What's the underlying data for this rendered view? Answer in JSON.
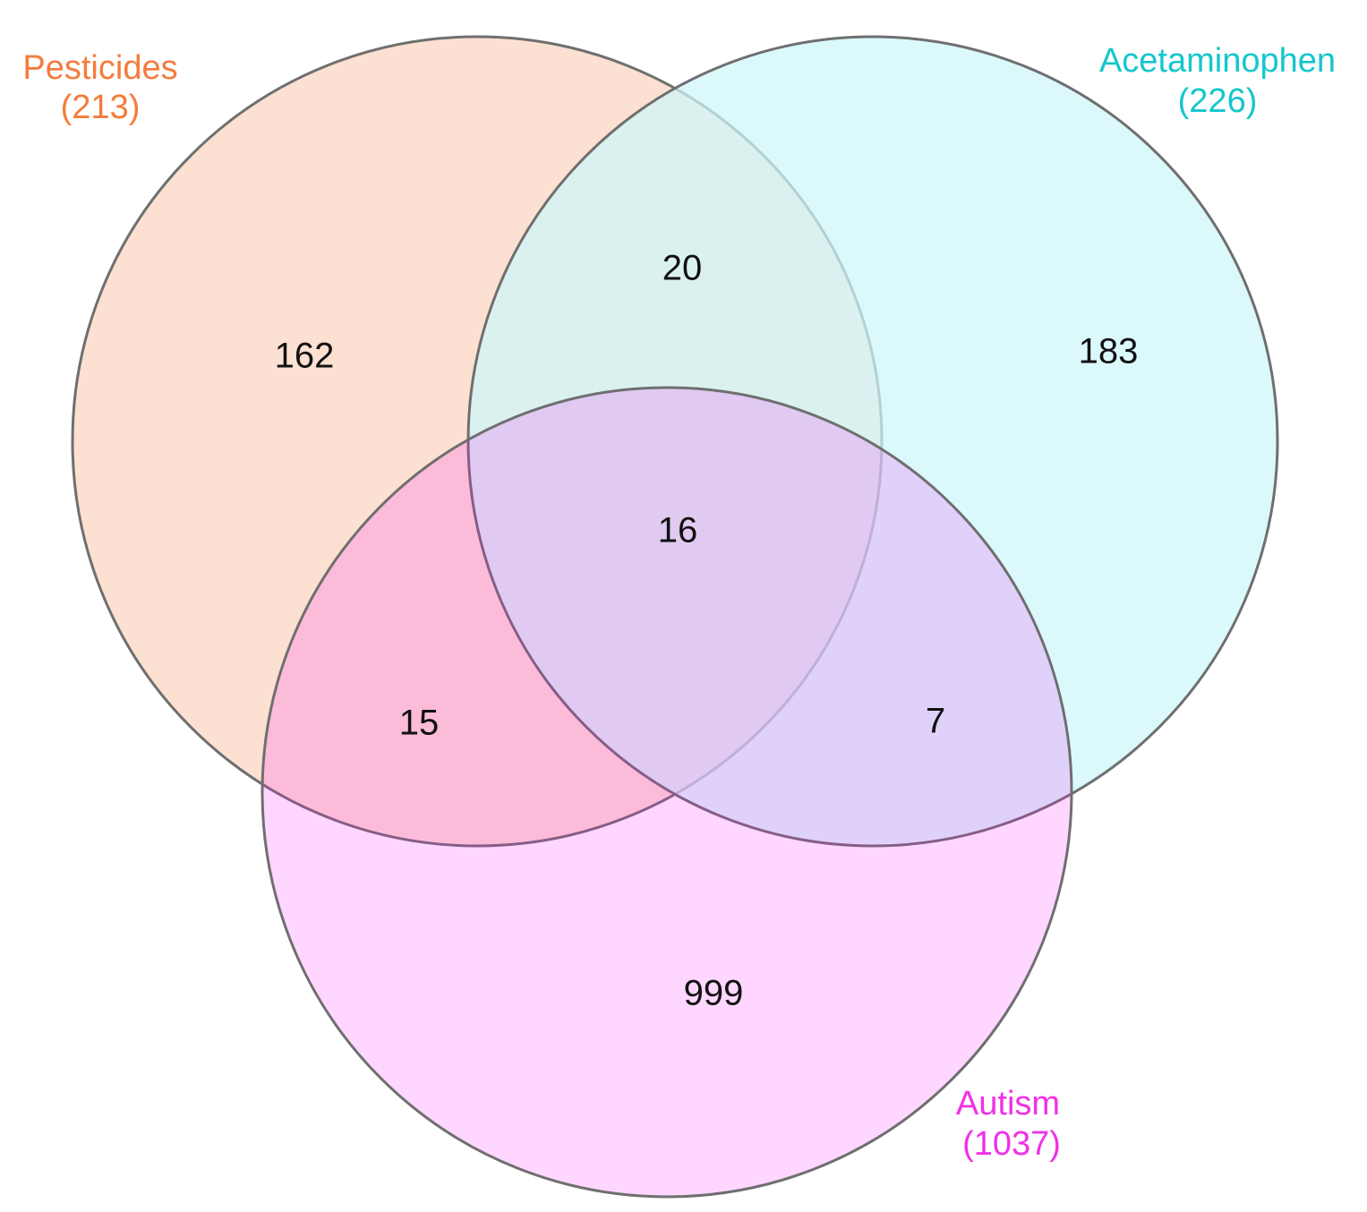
{
  "sets": [
    {
      "id": "pesticides",
      "name": "Pesticides",
      "total": "(213)",
      "fill": "#fce0d2",
      "label_color": "#f47c3c"
    },
    {
      "id": "acetaminophen",
      "name": "Acetaminophen",
      "total": "(226)",
      "fill": "#cdf7fa",
      "label_color": "#15c6cc"
    },
    {
      "id": "autism",
      "name": "Autism",
      "total": "(1037)",
      "fill": "#ff00ff",
      "label_color": "#f030e8"
    }
  ],
  "regions": {
    "pesticides_only": "162",
    "acetaminophen_only": "183",
    "autism_only": "999",
    "pesticides_acetaminophen": "20",
    "pesticides_autism": "15",
    "acetaminophen_autism": "7",
    "all_three": "16"
  }
}
